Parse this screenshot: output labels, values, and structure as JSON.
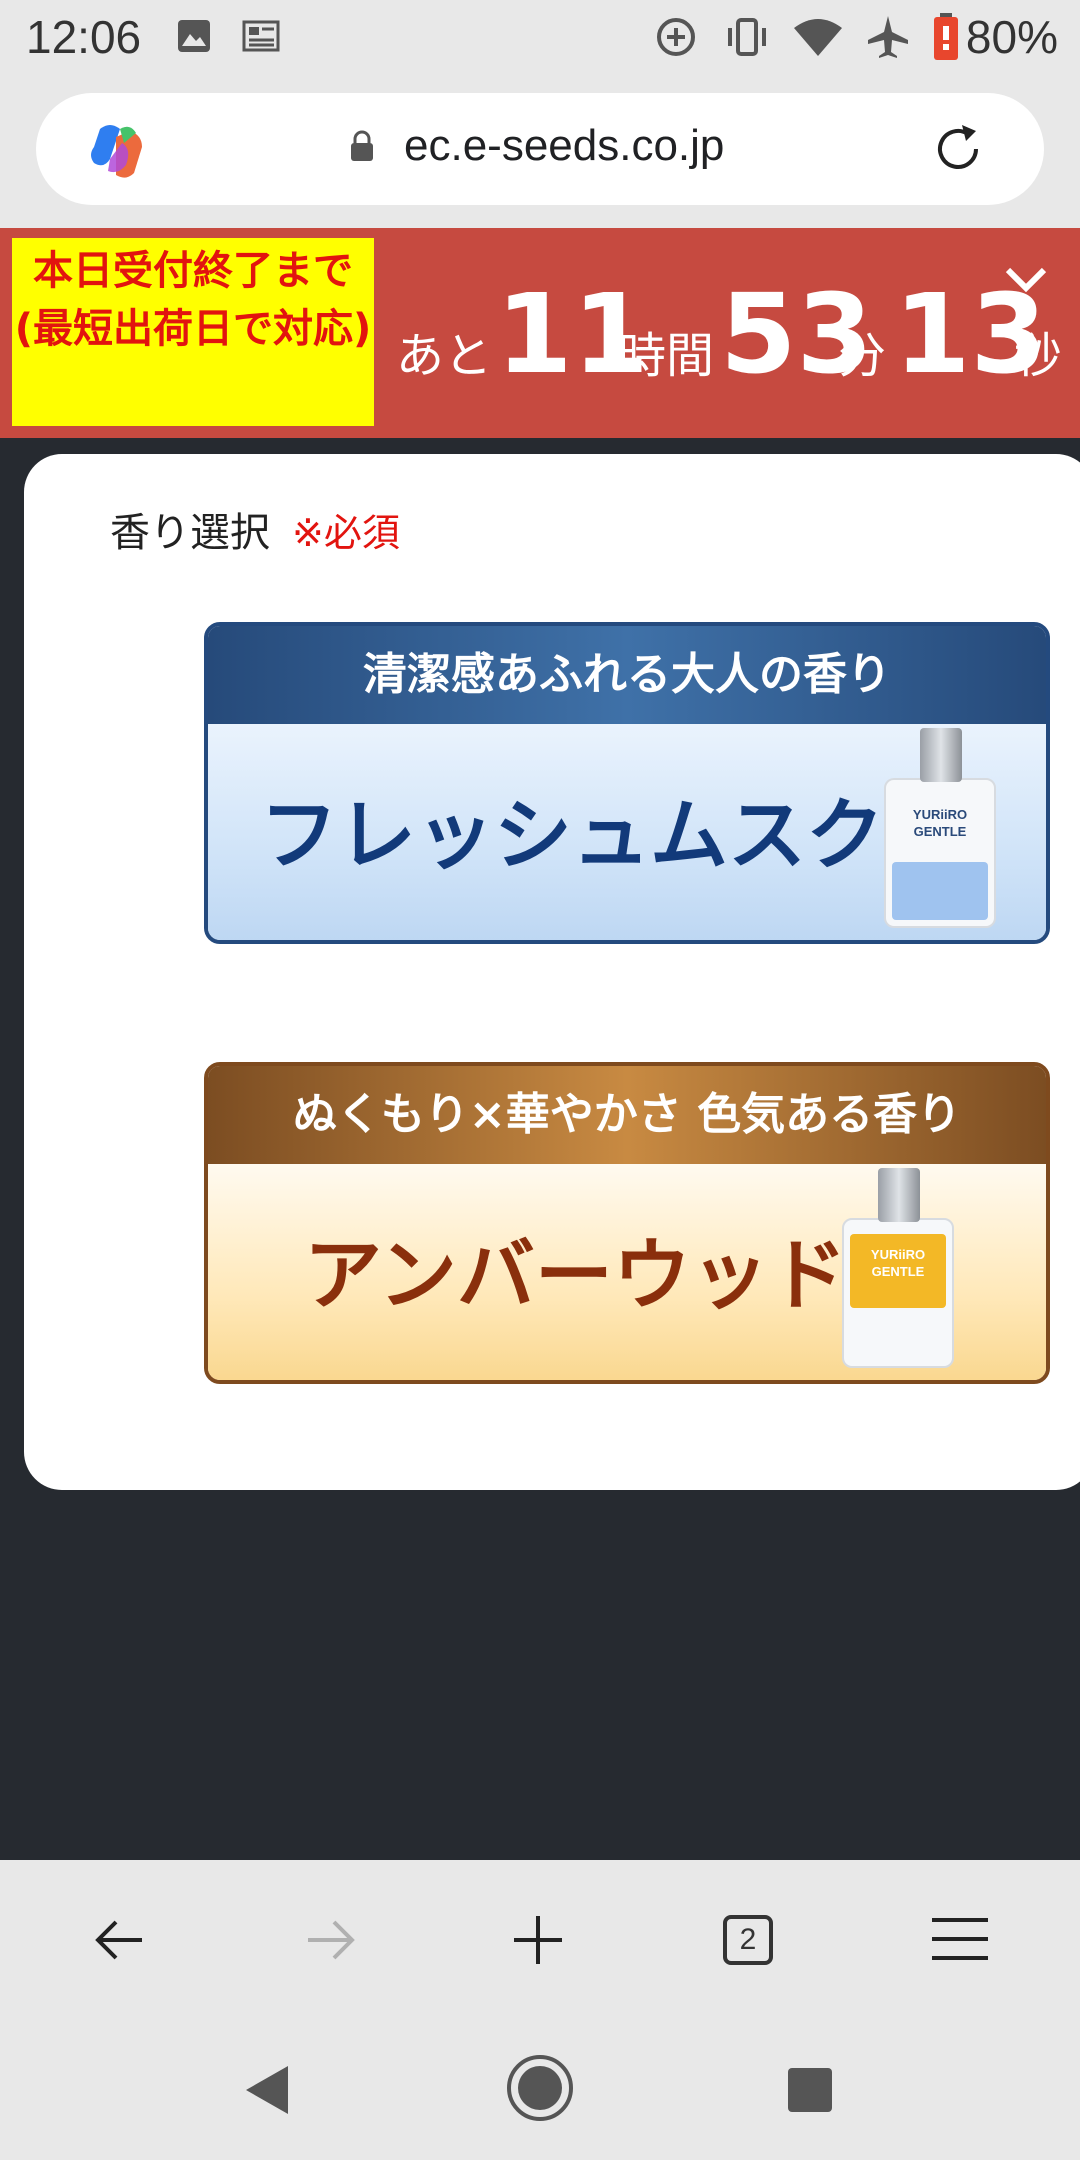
{
  "status_bar": {
    "time": "12:06",
    "battery_percent": "80%",
    "icons": [
      "image-icon",
      "news-icon",
      "data-saver-icon",
      "vibrate-icon",
      "wifi-icon",
      "airplane-icon",
      "battery-icon"
    ]
  },
  "browser": {
    "url": "ec.e-seeds.co.jp",
    "tab_count": "2"
  },
  "banner": {
    "notice": "本日受付終了まで(最短出荷日で対応)",
    "prefix": "あと",
    "hours": "11",
    "hours_unit": "時間",
    "minutes": "53",
    "minutes_unit": "分",
    "seconds": "13",
    "seconds_unit": "秒",
    "colors": {
      "background": "#c64a40",
      "notice_bg": "#ffff00",
      "notice_text": "#e2140f"
    }
  },
  "selection": {
    "label": "香り選択",
    "required": "※必須",
    "options": [
      {
        "tagline": "清潔感あふれる大人の香り",
        "name": "フレッシュムスク",
        "bottle_brand": "YURiiRO",
        "bottle_line": "GENTLE"
      },
      {
        "tagline": "ぬくもり×華やかさ 色気ある香り",
        "name": "アンバーウッド",
        "bottle_brand": "YURiiRO",
        "bottle_line": "GENTLE"
      }
    ]
  }
}
